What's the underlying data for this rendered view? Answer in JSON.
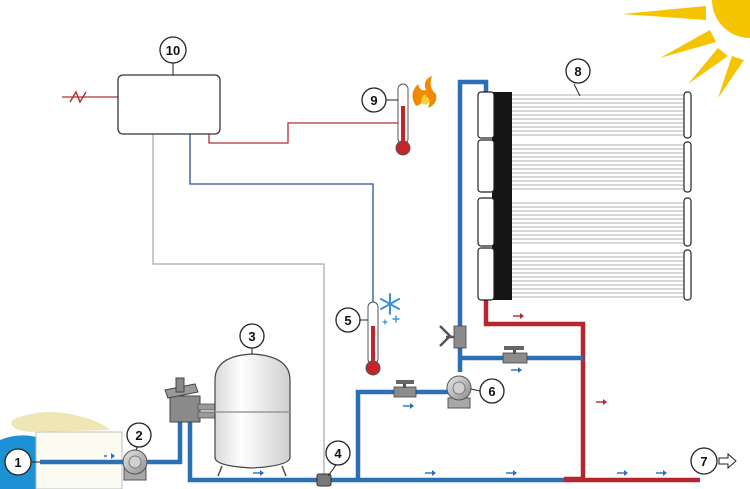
{
  "callouts": [
    {
      "id": "1",
      "label": "1"
    },
    {
      "id": "2",
      "label": "2"
    },
    {
      "id": "3",
      "label": "3"
    },
    {
      "id": "4",
      "label": "4"
    },
    {
      "id": "5",
      "label": "5"
    },
    {
      "id": "6",
      "label": "6"
    },
    {
      "id": "7",
      "label": "7"
    },
    {
      "id": "8",
      "label": "8"
    },
    {
      "id": "9",
      "label": "9"
    },
    {
      "id": "10",
      "label": "10"
    }
  ],
  "colors": {
    "cold_pipe": "#2b6fb6",
    "hot_pipe": "#b5272d",
    "sensor_wire_cold": "#2a4f9a",
    "sensor_wire_hot": "#b03030",
    "signal_wire": "#a7a7a7",
    "sun": "#f5c400",
    "pool_water": "#1e90d6",
    "flame": "#f08a00",
    "snowflake": "#3a8fe0"
  },
  "icons": {
    "controller": "controller-box",
    "power": "power-lightning-icon",
    "hot": "flame-icon",
    "cold": "snowflake-icon",
    "sun": "sun-icon",
    "outlet": "arrow-right-icon"
  }
}
